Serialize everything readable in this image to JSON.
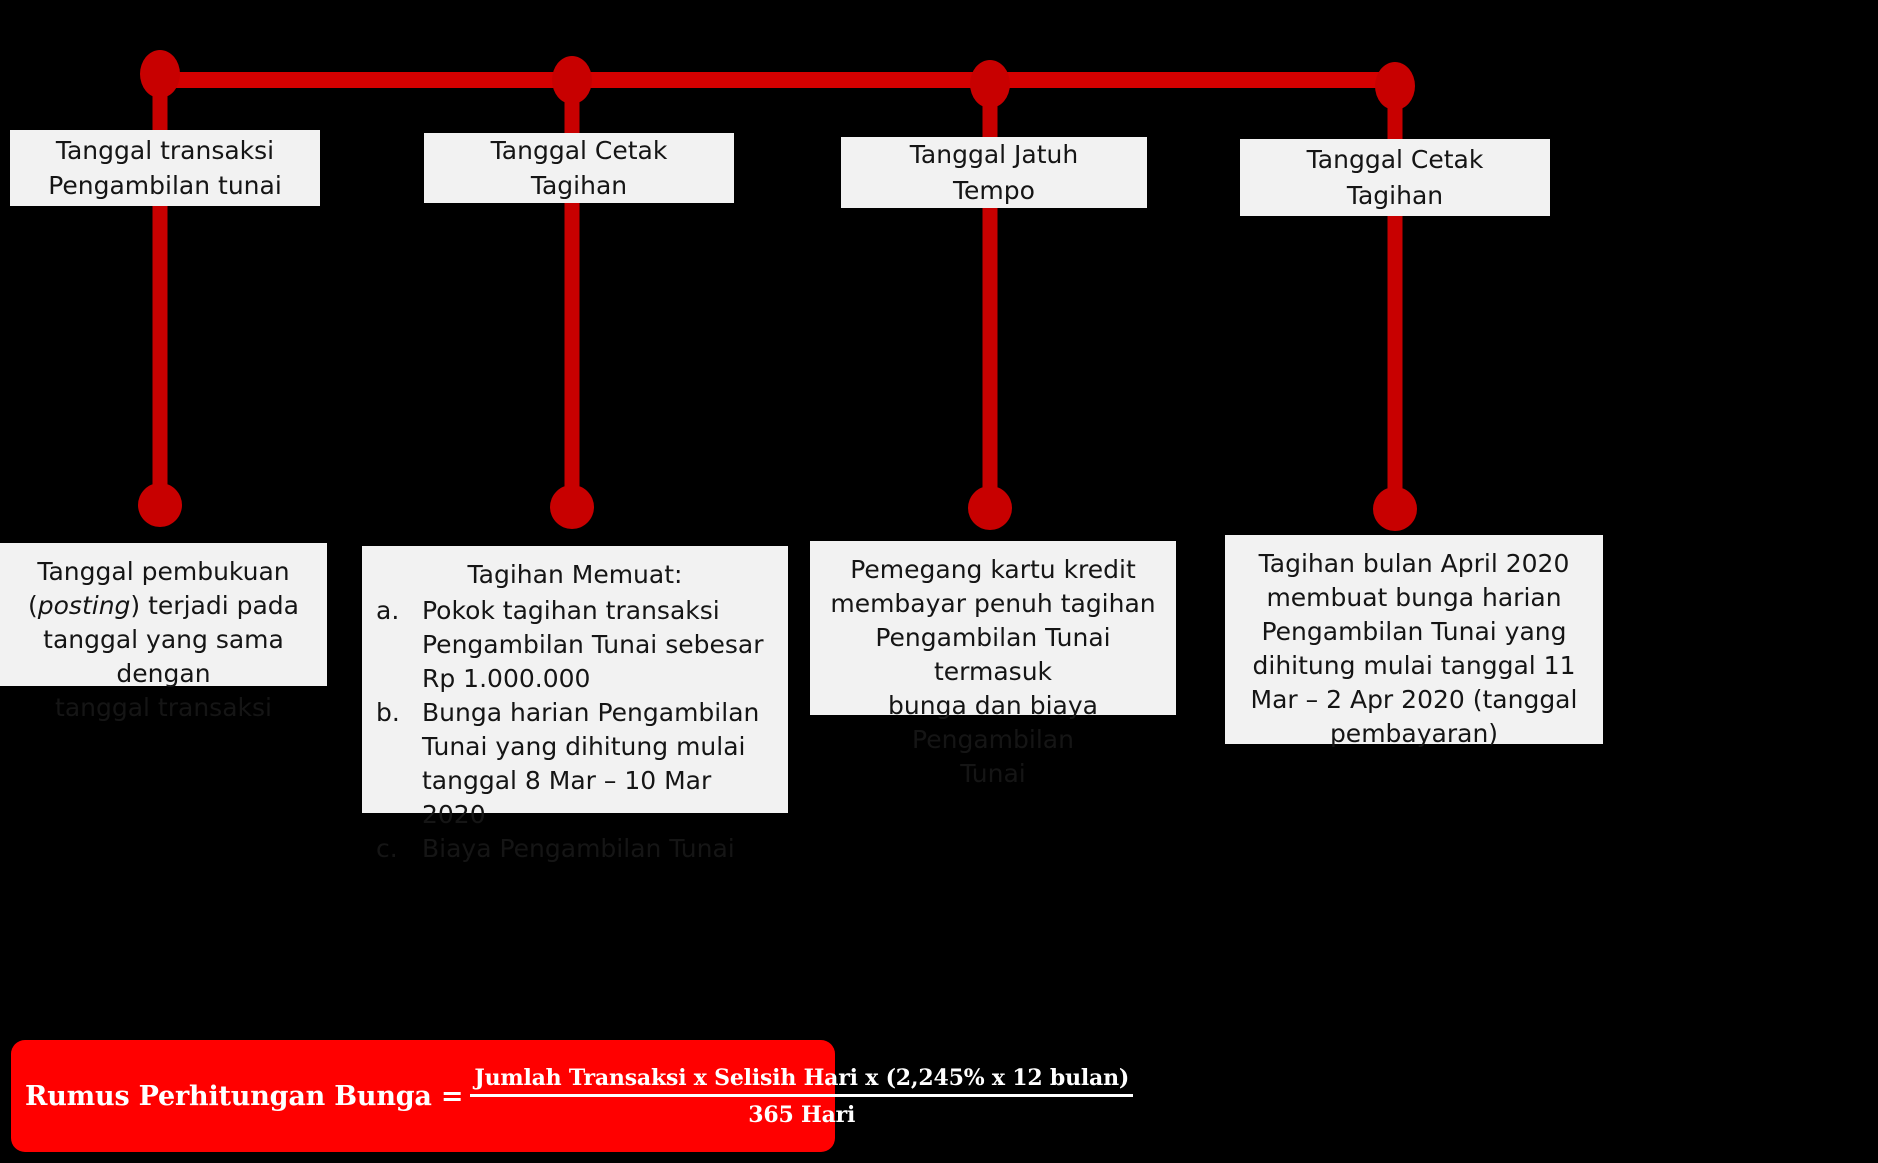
{
  "meta": {
    "background_color": "#000000",
    "accent_color": "#C80000",
    "formula_bar_color": "#FF0000",
    "box_color": "#F2F2F2"
  },
  "timeline": {
    "nodes": [
      {
        "id": "node-1",
        "label_lines": [
          "Tanggal transaksi",
          "Pengambilan tunai"
        ]
      },
      {
        "id": "node-2",
        "label_lines": [
          "Tanggal Cetak",
          "Tagihan"
        ]
      },
      {
        "id": "node-3",
        "label_lines": [
          "Tanggal Jatuh",
          "Tempo"
        ]
      },
      {
        "id": "node-4",
        "label_lines": [
          "Tanggal Cetak",
          "Tagihan"
        ]
      }
    ]
  },
  "details": {
    "box1": {
      "lines": [
        "Tanggal pembukuan",
        "(posting) terjadi pada",
        "tanggal yang sama dengan",
        "tanggal transaksi"
      ],
      "italic_word": "posting"
    },
    "box2": {
      "title": "Tagihan Memuat:",
      "items": [
        {
          "marker": "a.",
          "text": "Pokok tagihan transaksi Pengambilan Tunai sebesar Rp 1.000.000"
        },
        {
          "marker": "b.",
          "text": "Bunga harian Pengambilan Tunai yang dihitung mulai tanggal 8 Mar – 10 Mar 2020"
        },
        {
          "marker": "c.",
          "text": "Biaya Pengambilan Tunai"
        }
      ]
    },
    "box3": {
      "lines": [
        "Pemegang kartu kredit",
        "membayar penuh tagihan",
        "Pengambilan Tunai termasuk",
        "bunga dan biaya Pengambilan",
        "Tunai"
      ]
    },
    "box4": {
      "lines": [
        "Tagihan bulan April 2020",
        "membuat bunga harian",
        "Pengambilan Tunai yang",
        "dihitung mulai tanggal 11",
        "Mar – 2 Apr 2020 (tanggal",
        "pembayaran)"
      ]
    }
  },
  "formula": {
    "label": "Rumus Perhitungan Bunga =",
    "numerator": "Jumlah Transaksi x Selisih Hari x (2,245% x 12 bulan)",
    "denominator": "365 Hari"
  }
}
